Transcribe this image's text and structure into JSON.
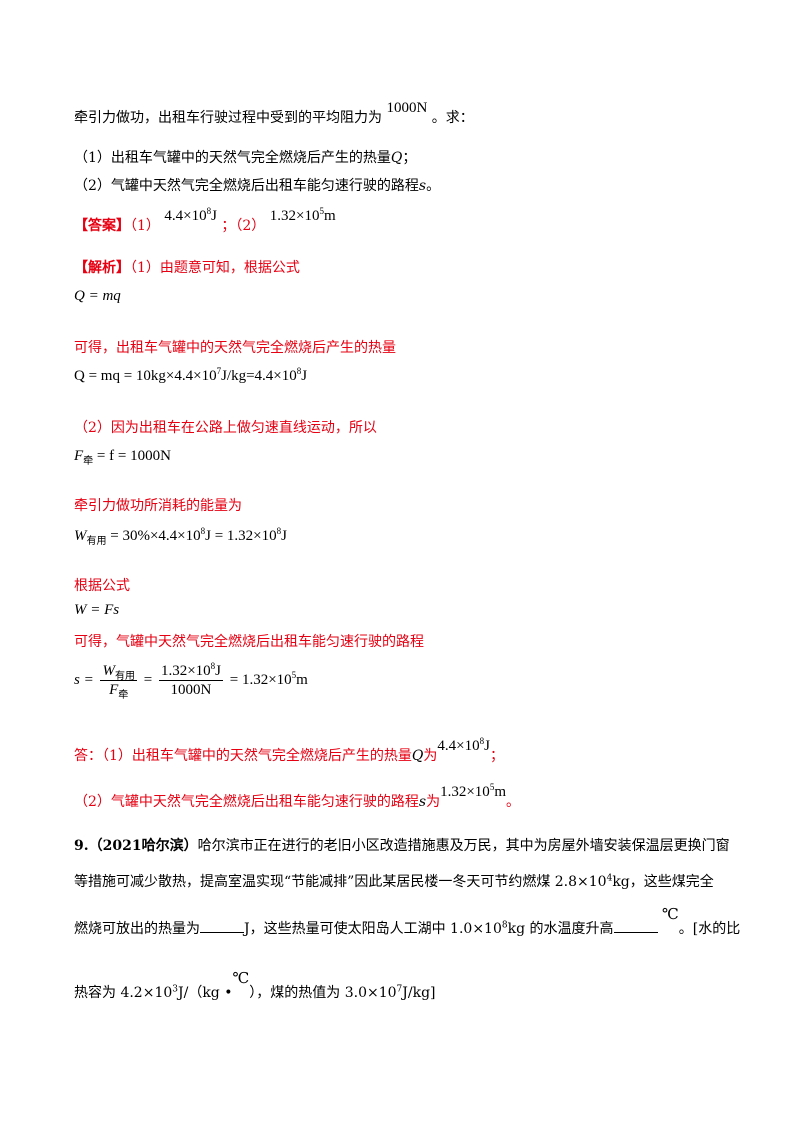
{
  "intro": {
    "text": "牵引力做功，出租车行驶过程中受到的平均阻力为",
    "force": "1000N",
    "tail": "。求："
  },
  "q1": {
    "text": "（1）出租车气罐中的天然气完全燃烧后产生的热量",
    "var": "Q",
    "tail": "；"
  },
  "q2": {
    "text": "（2）气罐中天然气完全燃烧后出租车能匀速行驶的路程",
    "var": "s",
    "tail": "。"
  },
  "answer": {
    "label": "【答案】",
    "p1": "（1）",
    "v1_base": "4.4×10",
    "v1_exp": "8",
    "v1_unit": "J",
    "sep": "；（2）",
    "v2_base": "1.32×10",
    "v2_exp": "5",
    "v2_unit": "m"
  },
  "analysis": {
    "label": "【解析】",
    "s1": "（1）由题意可知，根据公式",
    "f1": "Q = mq",
    "s2": "可得，出租车气罐中的天然气完全燃烧后产生的热量",
    "f2_a": "Q = mq = 10kg×4.4×10",
    "f2_e1": "7",
    "f2_b": "J/kg=4.4×10",
    "f2_e2": "8",
    "f2_c": "J",
    "s3": "（2）因为出租车在公路上做匀速直线运动，所以",
    "f3_a": "F",
    "f3_sub": "牵",
    "f3_b": " = f = 1000N",
    "s4": "牵引力做功所消耗的能量为",
    "f4_a": "W",
    "f4_sub": "有用",
    "f4_b": " = 30%×4.4×10",
    "f4_e1": "8",
    "f4_c": "J = 1.32×10",
    "f4_e2": "8",
    "f4_d": "J",
    "s5": "根据公式",
    "f5": "W = Fs",
    "s6": "可得，气罐中天然气完全燃烧后出租车能匀速行驶的路程",
    "f6_s": "s =",
    "f6_n1": "W",
    "f6_n1sub": "有用",
    "f6_d1": "F",
    "f6_d1sub": "牵",
    "f6_n2a": "1.32×10",
    "f6_n2e": "8",
    "f6_n2b": "J",
    "f6_d2": "1000N",
    "f6_r_a": "= 1.32×10",
    "f6_r_e": "5",
    "f6_r_b": "m"
  },
  "conclusion": {
    "c1_text": "答：（1）出租车气罐中的天然气完全燃烧后产生的热量",
    "c1_var": "Q",
    "c1_mid": "为",
    "c1_base": "4.4×10",
    "c1_exp": "8",
    "c1_unit": "J",
    "c1_tail": "；",
    "c2_text": "（2）气罐中天然气完全燃烧后出租车能匀速行驶的路程",
    "c2_var": "s",
    "c2_mid": "为",
    "c2_base": "1.32×10",
    "c2_exp": "5",
    "c2_unit": "m",
    "c2_tail": "。"
  },
  "problem9": {
    "number": "9.",
    "source": "（2021哈尔滨）",
    "l1": "哈尔滨市正在进行的老旧小区改造措施惠及万民，其中为房屋外墙安装保温层更换门窗",
    "l2_a": "等措施可减少散热，提高室温实现“节能减排”因此某居民楼一冬天可节约燃煤 2.8×10",
    "l2_e": "4",
    "l2_b": "kg，这些煤完全",
    "l3_a": "燃烧可放出的热量为",
    "l3_b": "J，这些热量可使太阳岛人工湖中 1.0×10",
    "l3_e": "8",
    "l3_c": "kg 的水温度升高",
    "l3_deg": "℃",
    "l3_d": "。[水的比",
    "l4_a": "热容为 4.2×10",
    "l4_e1": "3",
    "l4_b": "J/（kg •",
    "l4_deg": "℃",
    "l4_c": "），煤的热值为 3.0×10",
    "l4_e2": "7",
    "l4_d": "J/kg]"
  }
}
